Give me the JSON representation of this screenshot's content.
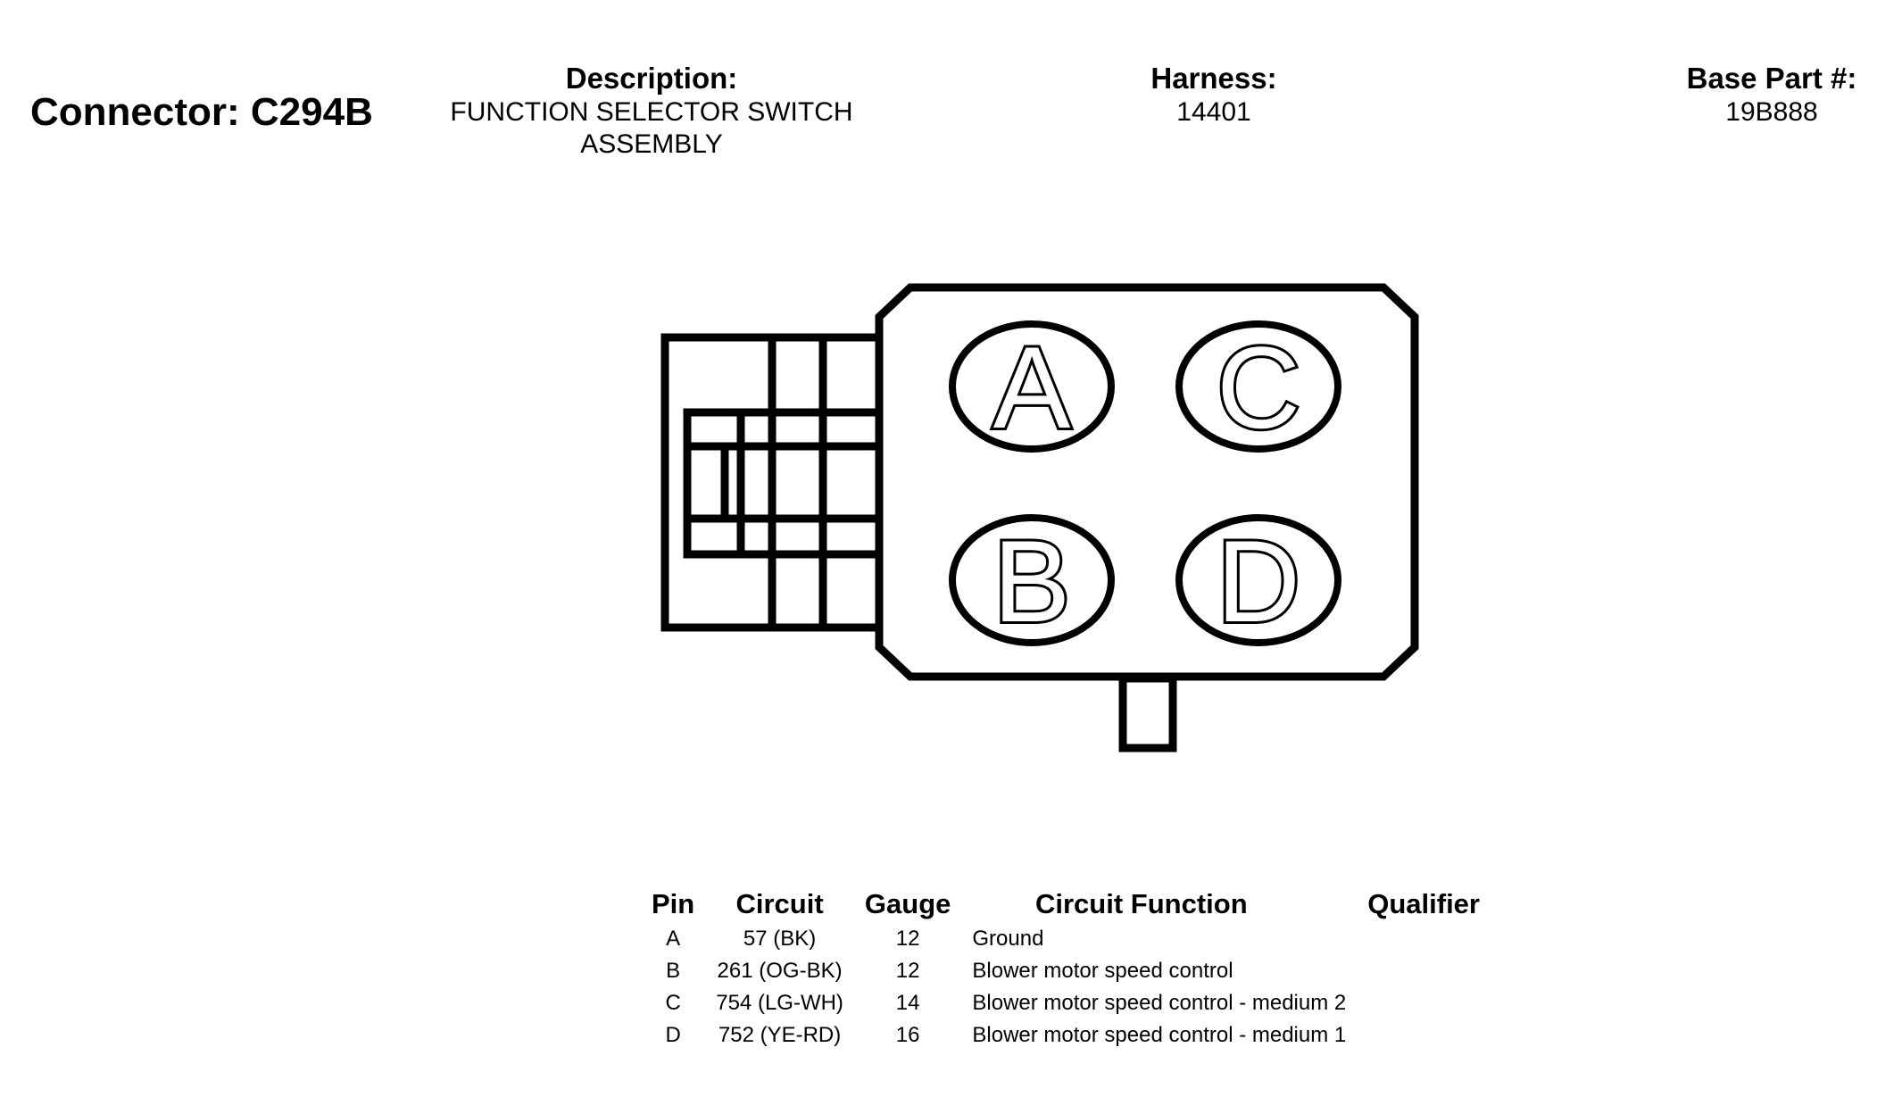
{
  "header": {
    "connector_title": "Connector: C294B",
    "description_label": "Description:",
    "description_line1": "FUNCTION SELECTOR SWITCH",
    "description_line2": "ASSEMBLY",
    "harness_label": "Harness:",
    "harness_value": "14401",
    "base_part_label": "Base Part #:",
    "base_part_value": "19B888"
  },
  "diagram": {
    "pins": [
      "A",
      "C",
      "B",
      "D"
    ]
  },
  "table": {
    "headers": [
      "Pin",
      "Circuit",
      "Gauge",
      "Circuit Function",
      "Qualifier"
    ],
    "rows": [
      {
        "pin": "A",
        "circuit": "57 (BK)",
        "gauge": "12",
        "function": "Ground",
        "qualifier": ""
      },
      {
        "pin": "B",
        "circuit": "261 (OG-BK)",
        "gauge": "12",
        "function": "Blower motor speed control",
        "qualifier": ""
      },
      {
        "pin": "C",
        "circuit": "754 (LG-WH)",
        "gauge": "14",
        "function": "Blower motor speed control - medium 2",
        "qualifier": ""
      },
      {
        "pin": "D",
        "circuit": "752 (YE-RD)",
        "gauge": "16",
        "function": "Blower motor speed control - medium 1",
        "qualifier": ""
      }
    ]
  }
}
